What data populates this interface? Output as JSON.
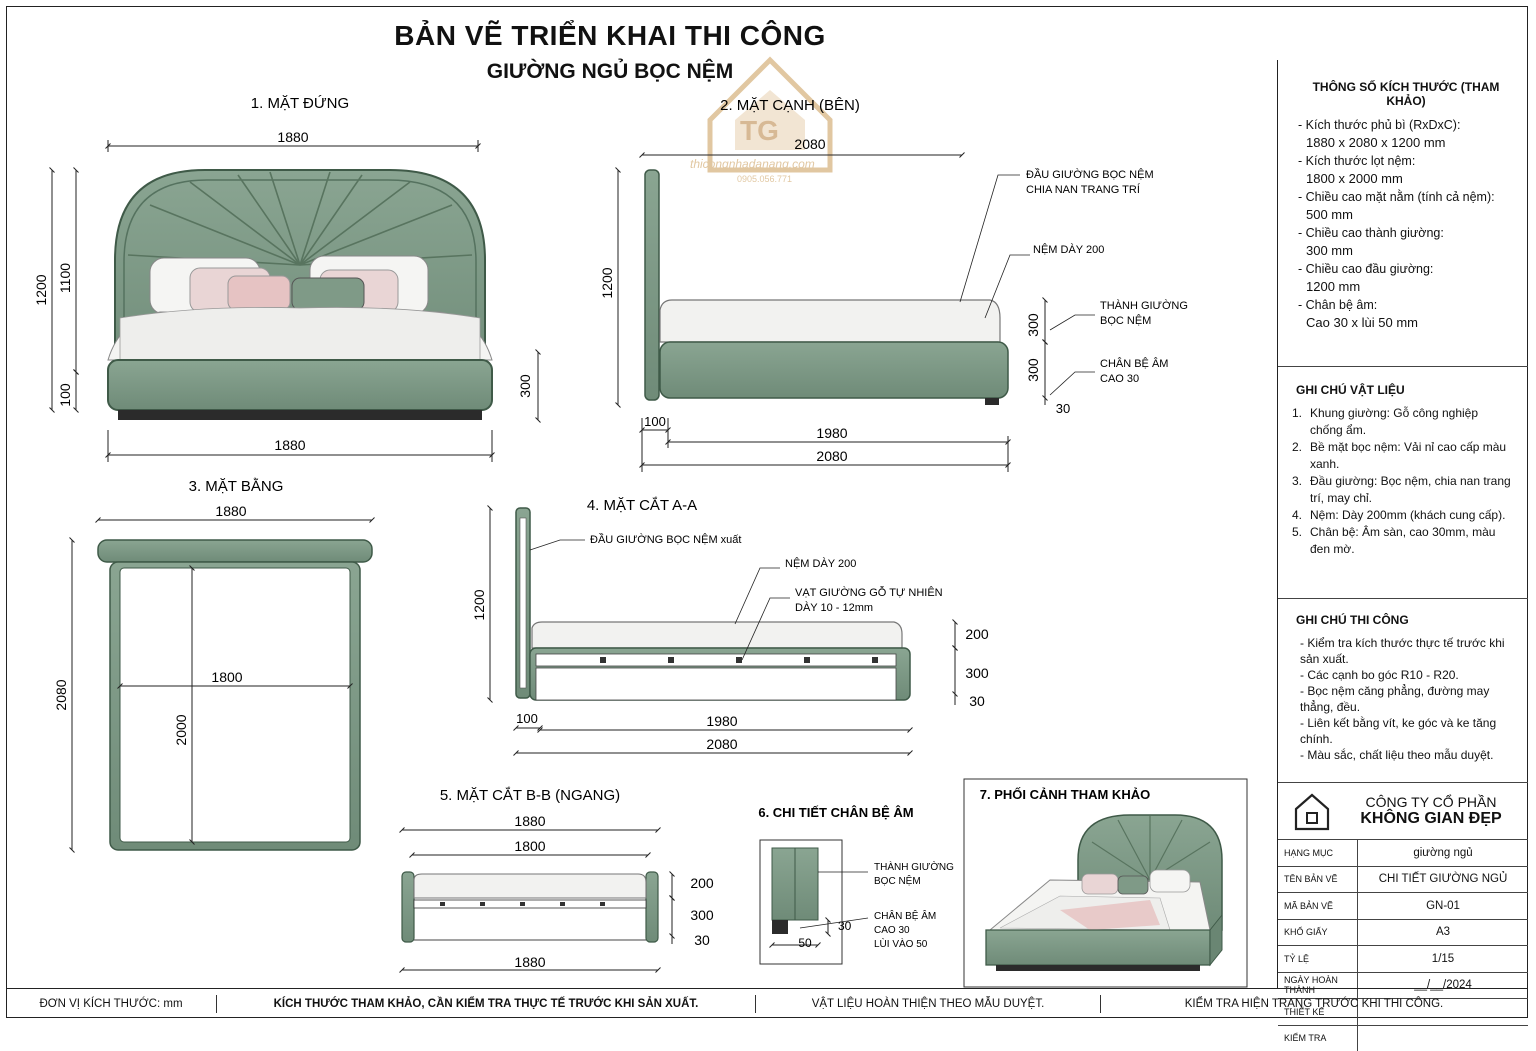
{
  "header": {
    "title": "BẢN VẼ TRIỂN KHAI THI CÔNG",
    "subtitle": "GIƯỜNG NGỦ BỌC NỆM",
    "watermark_text": "thicongnhadanang.com",
    "watermark_phone": "0905.056.771"
  },
  "views": {
    "front": {
      "label": "1. MẶT ĐỨNG",
      "dims": {
        "top": "1880",
        "bottom": "1880",
        "h_total": "1200",
        "h_head": "1100",
        "h_base": "100",
        "h_frame": "300"
      }
    },
    "side": {
      "label": "2. MẶT CẠNH (BÊN)",
      "dims": {
        "top": "2080",
        "h_total": "1200",
        "h_rail": "300",
        "h_plinth": "300",
        "plinth_small": "30",
        "offset": "100",
        "inner": "1980",
        "total": "2080"
      },
      "notes": {
        "headboard": [
          "ĐẦU GIƯỜNG BỌC NỆM",
          "CHIA NAN TRANG TRÍ"
        ],
        "mattress": "NỆM DÀY 200",
        "rail": [
          "THÀNH GIƯỜNG",
          "BỌC NỆM"
        ],
        "plinth": [
          "CHÂN BỆ ÂM",
          "CAO 30"
        ]
      }
    },
    "plan": {
      "label": "3. MẶT BẰNG",
      "dims": {
        "width": "1880",
        "length": "2080",
        "inner_w": "1800",
        "inner_l": "2000"
      }
    },
    "section_a": {
      "label": "4. MẶT CẮT A-A",
      "dims": {
        "h_total": "1200",
        "mattress": "200",
        "rail": "300",
        "plinth": "30",
        "offset": "100",
        "inner": "1980",
        "total": "2080"
      },
      "notes": {
        "headboard": "ĐẦU GIƯỜNG BỌC NỆM xuất",
        "mattress": "NỆM DÀY 200",
        "slats": [
          "VẠT GIƯỜNG GỖ TỰ NHIÊN",
          "DÀY 10 - 12mm"
        ]
      }
    },
    "section_b": {
      "label": "5. MẶT CẮT B-B (NGANG)",
      "dims": {
        "outer": "1880",
        "inner": "1800",
        "mattress": "200",
        "rail": "300",
        "plinth": "30",
        "bottom": "1880"
      }
    },
    "detail": {
      "label": "6. CHI TIẾT CHÂN BỆ ÂM",
      "dims": {
        "setback": "50",
        "height": "30"
      },
      "notes": {
        "rail": [
          "THÀNH GIƯỜNG",
          "BỌC NỆM"
        ],
        "plinth": [
          "CHÂN BỆ ÂM",
          "CAO 30",
          "LÙI VÀO 50"
        ]
      }
    },
    "perspective": {
      "label": "7. PHỐI CẢNH THAM KHẢO"
    }
  },
  "specs": {
    "title": "THÔNG SỐ KÍCH THƯỚC (THAM KHẢO)",
    "items": [
      {
        "label": "- Kích thước phủ bì (RxDxC):",
        "value": "1880 x 2080 x 1200 mm"
      },
      {
        "label": "- Kích thước lọt nệm:",
        "value": "1800 x 2000 mm"
      },
      {
        "label": "- Chiều cao mặt nằm (tính cả nệm):",
        "value": "500 mm"
      },
      {
        "label": "- Chiều cao thành giường:",
        "value": "300 mm"
      },
      {
        "label": "- Chiều cao đầu giường:",
        "value": "1200 mm"
      },
      {
        "label": "- Chân bệ âm:",
        "value": "Cao 30 x lùi 50 mm"
      }
    ]
  },
  "materials": {
    "title": "GHI CHÚ VẬT LIỆU",
    "items": [
      {
        "n": "1.",
        "text": "Khung giường: Gỗ công nghiệp chống ẩm."
      },
      {
        "n": "2.",
        "text": "Bề mặt bọc nệm: Vải nỉ cao cấp màu xanh."
      },
      {
        "n": "3.",
        "text": "Đầu giường: Bọc nệm, chia nan trang trí, may chỉ."
      },
      {
        "n": "4.",
        "text": "Nệm: Dày 200mm (khách cung cấp)."
      },
      {
        "n": "5.",
        "text": "Chân bệ: Âm sàn, cao 30mm, màu đen mờ."
      }
    ]
  },
  "construction": {
    "title": "GHI CHÚ THI CÔNG",
    "items": [
      "- Kiểm tra kích thước thực tế trước khi sản xuất.",
      "- Các cạnh bo góc R10 - R20.",
      "- Bọc nệm căng phẳng, đường may thẳng, đều.",
      "- Liên kết bằng vít, ke góc và ke tăng chính.",
      "- Màu sắc, chất liệu theo mẫu duyệt."
    ]
  },
  "company": {
    "line1": "CÔNG TY CỔ PHẦN",
    "line2": "KHÔNG GIAN ĐẸP"
  },
  "titleblock": [
    {
      "k": "HẠNG MỤC",
      "v": "giường ngủ"
    },
    {
      "k": "TÊN BẢN VẼ",
      "v": "CHI TIẾT GIƯỜNG NGỦ"
    },
    {
      "k": "MÃ BẢN VẼ",
      "v": "GN-01"
    },
    {
      "k": "KHỔ GIẤY",
      "v": "A3"
    },
    {
      "k": "TỶ LỆ",
      "v": "1/15"
    },
    {
      "k": "NGÀY HOÀN THÀNH",
      "v": "__/__/2024"
    },
    {
      "k": "THIẾT KẾ",
      "v": ""
    },
    {
      "k": "KIỂM TRA",
      "v": ""
    }
  ],
  "footer": {
    "unit": "ĐƠN VỊ KÍCH THƯỚC: mm",
    "note1": "KÍCH THƯỚC THAM KHẢO, CẦN KIỂM TRA THỰC TẾ TRƯỚC KHI SẢN XUẤT.",
    "note2": "VẬT LIỆU HOÀN THIỆN THEO MẪU DUYỆT.",
    "note3": "KIỂM TRA HIỆN TRẠNG TRƯỚC KHI THI CÔNG."
  },
  "colors": {
    "upholstery": "#7f9a87",
    "upholstery_dark": "#5e7a67",
    "outline": "#333333",
    "plinth": "#2b2b2b",
    "sheet": "#f4f4f2",
    "pink": "#e6c3c3",
    "watermark": "#c99a55"
  }
}
